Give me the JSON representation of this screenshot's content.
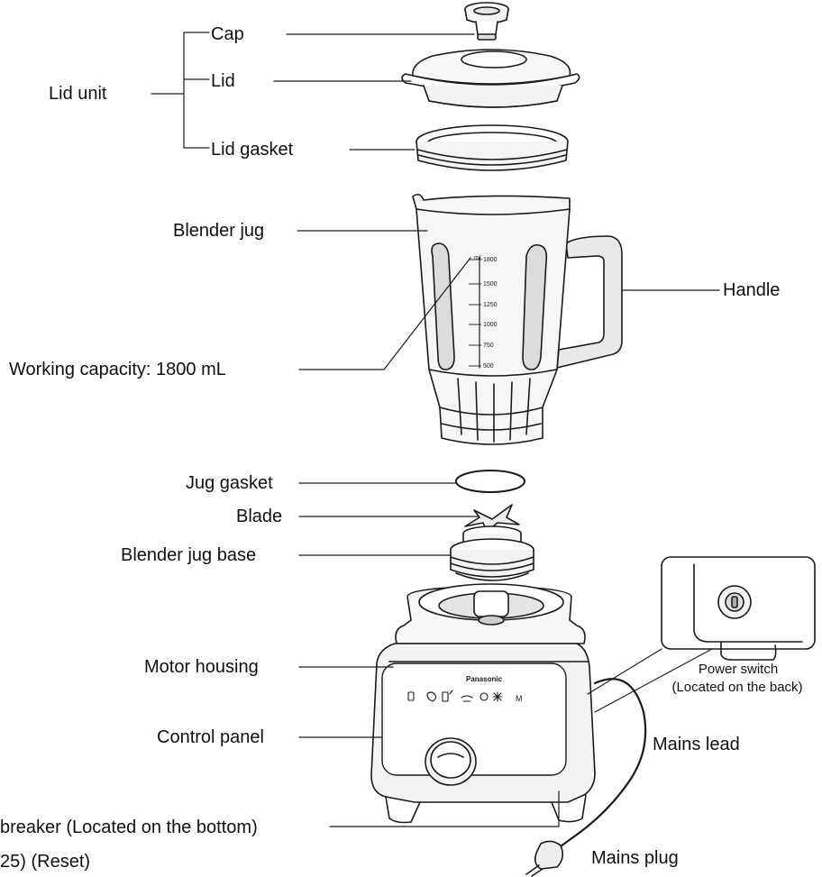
{
  "labels": {
    "cap": "Cap",
    "lid": "Lid",
    "lid_unit": "Lid unit",
    "lid_gasket": "Lid gasket",
    "blender_jug": "Blender jug",
    "handle": "Handle",
    "working_capacity": "Working capacity: 1800 mL",
    "jug_gasket": "Jug gasket",
    "blade": "Blade",
    "blender_jug_base": "Blender jug base",
    "motor_housing": "Motor housing",
    "control_panel": "Control panel",
    "mains_lead": "Mains lead",
    "breaker_line1": "breaker (Located on the bottom)",
    "breaker_line2": "25) (Reset)",
    "mains_plug": "Mains plug",
    "power_switch_line1": "Power switch",
    "power_switch_line2": "(Located on the back)"
  },
  "jug_scale": {
    "unit": "mL",
    "marks": [
      "1800",
      "1500",
      "1250",
      "1000",
      "750",
      "500"
    ]
  },
  "brand": "Panasonic",
  "panel_mode_letter": "M"
}
